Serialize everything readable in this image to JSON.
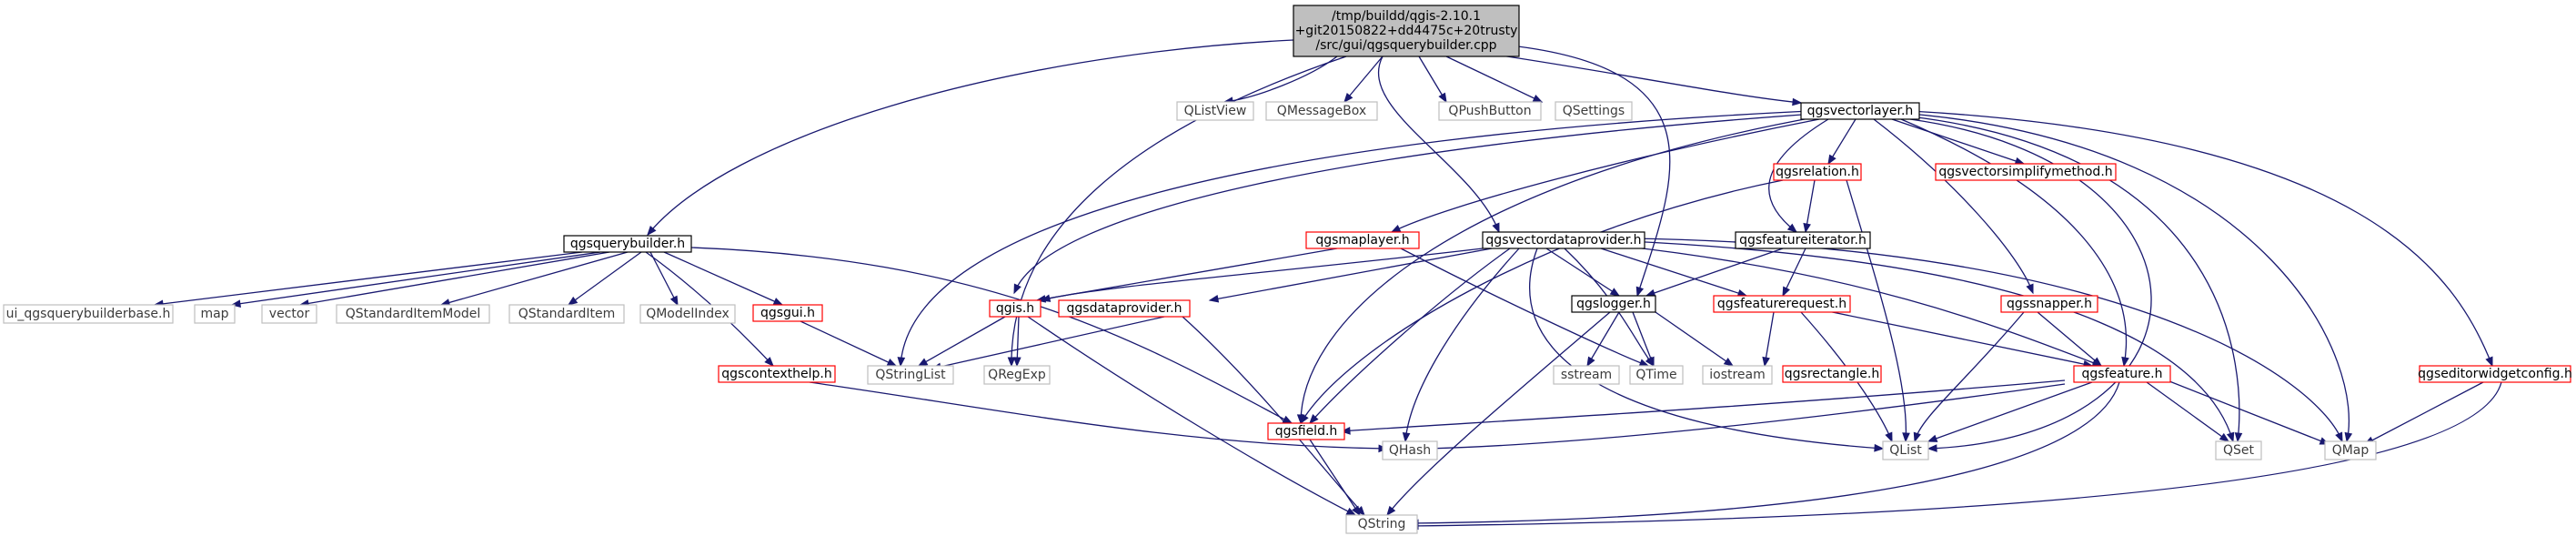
{
  "graph": {
    "root": {
      "line1": "/tmp/buildd/qgis-2.10.1",
      "line2": "+git20150822+dd4475c+20trusty",
      "line3": "/src/gui/qgsquerybuilder.cpp"
    },
    "nodes": {
      "qlistview": "QListView",
      "qmessagebox": "QMessageBox",
      "qpushbutton": "QPushButton",
      "qsettings": "QSettings",
      "qgsvectorlayer": "qgsvectorlayer.h",
      "qgsquerybuilder": "qgsquerybuilder.h",
      "qgsrelation": "qgsrelation.h",
      "qgsvectorsimplifymethod": "qgsvectorsimplifymethod.h",
      "qgsmaplayer": "qgsmaplayer.h",
      "qgsvectordataprovider": "qgsvectordataprovider.h",
      "qgsfeatureiterator": "qgsfeatureiterator.h",
      "ui_qgsquerybuilderbase": "ui_qgsquerybuilderbase.h",
      "map": "map",
      "vector": "vector",
      "qstandarditemmodel": "QStandardItemModel",
      "qstandarditem": "QStandardItem",
      "qmodelindex": "QModelIndex",
      "qgsgui": "qgsgui.h",
      "qgis": "qgis.h",
      "qgsdataprovider": "qgsdataprovider.h",
      "qgslogger": "qgslogger.h",
      "qgsfeaturerequest": "qgsfeaturerequest.h",
      "qgssnapper": "qgssnapper.h",
      "qgscontexthelp": "qgscontexthelp.h",
      "qstringlist": "QStringList",
      "qregexp": "QRegExp",
      "sstream": "sstream",
      "qtime": "QTime",
      "iostream": "iostream",
      "qgsrectangle": "qgsrectangle.h",
      "qgsfeature": "qgsfeature.h",
      "qgseditorwidgetconfig": "qgseditorwidgetconfig.h",
      "qgsfield": "qgsfield.h",
      "qhash": "QHash",
      "qlist": "QList",
      "qset": "QSet",
      "qmap": "QMap",
      "qstring": "QString"
    }
  }
}
